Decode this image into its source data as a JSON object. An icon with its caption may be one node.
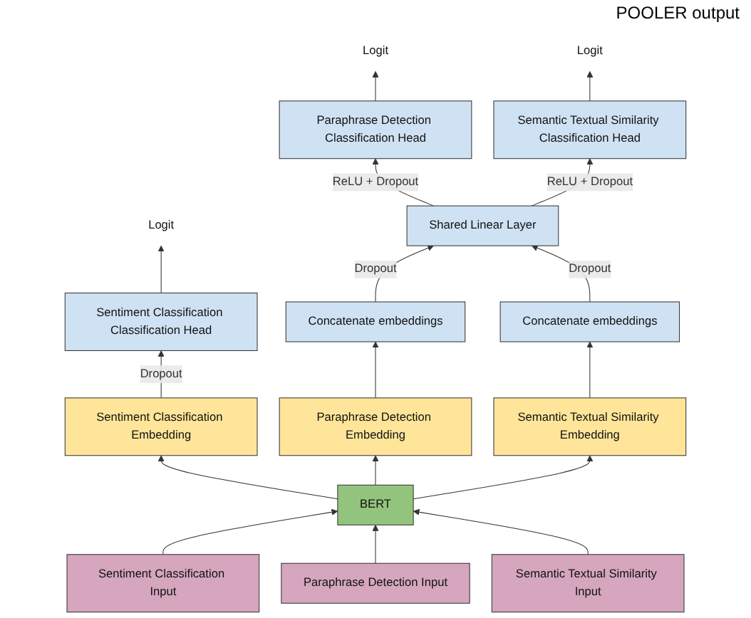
{
  "diagram": {
    "nodes": [
      {
        "text": [
          "Logit"
        ]
      },
      {
        "text": [
          "Logit"
        ]
      },
      {
        "text": [
          "Logit"
        ]
      },
      {
        "text": [
          "Sentiment Classification Classification Head"
        ]
      },
      {
        "text": [
          "Paraphrase Detection Classification Head"
        ]
      },
      {
        "text": [
          "Semantic Textual Similarity Classification Head"
        ]
      },
      {
        "text": [
          "Shared Linear Layer"
        ]
      },
      {
        "text": [
          "Concatenate embeddings"
        ]
      },
      {
        "text": [
          "Concatenate embeddings"
        ]
      },
      {
        "text": [
          "Sentiment Classification Embedding"
        ]
      },
      {
        "text": [
          "Paraphrase Detection Embedding"
        ]
      },
      {
        "text": [
          "Semantic Textual Similarity Embedding"
        ]
      },
      {
        "text": [
          "BERT"
        ]
      },
      {
        "text": [
          "Sentiment Classification Input"
        ]
      },
      {
        "text": [
          "Paraphrase Detection Input"
        ]
      },
      {
        "text": [
          "Semantic Textual Similarity Input"
        ]
      }
    ],
    "edges": [
      {
        "from": 3,
        "to": 0,
        "arrow": "to"
      },
      {
        "from": 4,
        "to": 1,
        "arrow": "to"
      },
      {
        "from": 5,
        "to": 2,
        "arrow": "to"
      },
      {
        "from": 9,
        "to": 3,
        "arrow": "to",
        "label": "Dropout"
      },
      {
        "from": 6,
        "to": 4,
        "arrow": "to",
        "label": "ReLU + Dropout"
      },
      {
        "from": 6,
        "to": 5,
        "arrow": "to",
        "label": "ReLU + Dropout"
      },
      {
        "from": 7,
        "to": 6,
        "arrow": "to",
        "label": "Dropout"
      },
      {
        "from": 8,
        "to": 6,
        "arrow": "to",
        "label": "Dropout"
      },
      {
        "from": 10,
        "to": 7,
        "arrow": "to"
      },
      {
        "from": 11,
        "to": 8,
        "arrow": "to"
      },
      {
        "from": 12,
        "to": 9,
        "arrow": "to"
      },
      {
        "from": 12,
        "to": 10,
        "arrow": "to"
      },
      {
        "from": 12,
        "to": 11,
        "arrow": "to"
      },
      {
        "from": 13,
        "to": 12,
        "arrow": "to"
      },
      {
        "from": 14,
        "to": 12,
        "arrow": "to"
      },
      {
        "from": 15,
        "to": 12,
        "arrow": "to"
      }
    ],
    "labels": [
      "POOLER output"
    ]
  }
}
